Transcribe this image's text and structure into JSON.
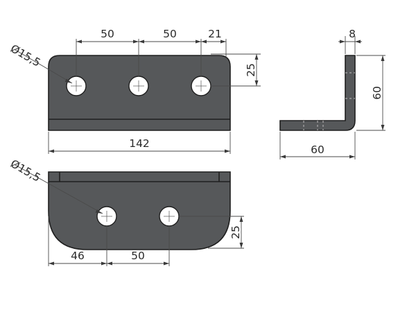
{
  "dimensions": {
    "top_view": {
      "hole_diameter": "Ø15,5",
      "spacing_1": "50",
      "spacing_2": "50",
      "edge_offset": "21",
      "hole_height": "25",
      "overall_length": "142"
    },
    "bottom_view": {
      "hole_diameter": "Ø15,5",
      "hole_height": "25",
      "edge_offset": "46",
      "spacing": "50"
    },
    "side_view": {
      "thickness": "8",
      "height": "60",
      "width": "60"
    }
  },
  "colors": {
    "part_fill": "#56585a",
    "outline": "#1f1f1f",
    "dimension_line": "#4a4a4a",
    "background": "#ffffff"
  }
}
